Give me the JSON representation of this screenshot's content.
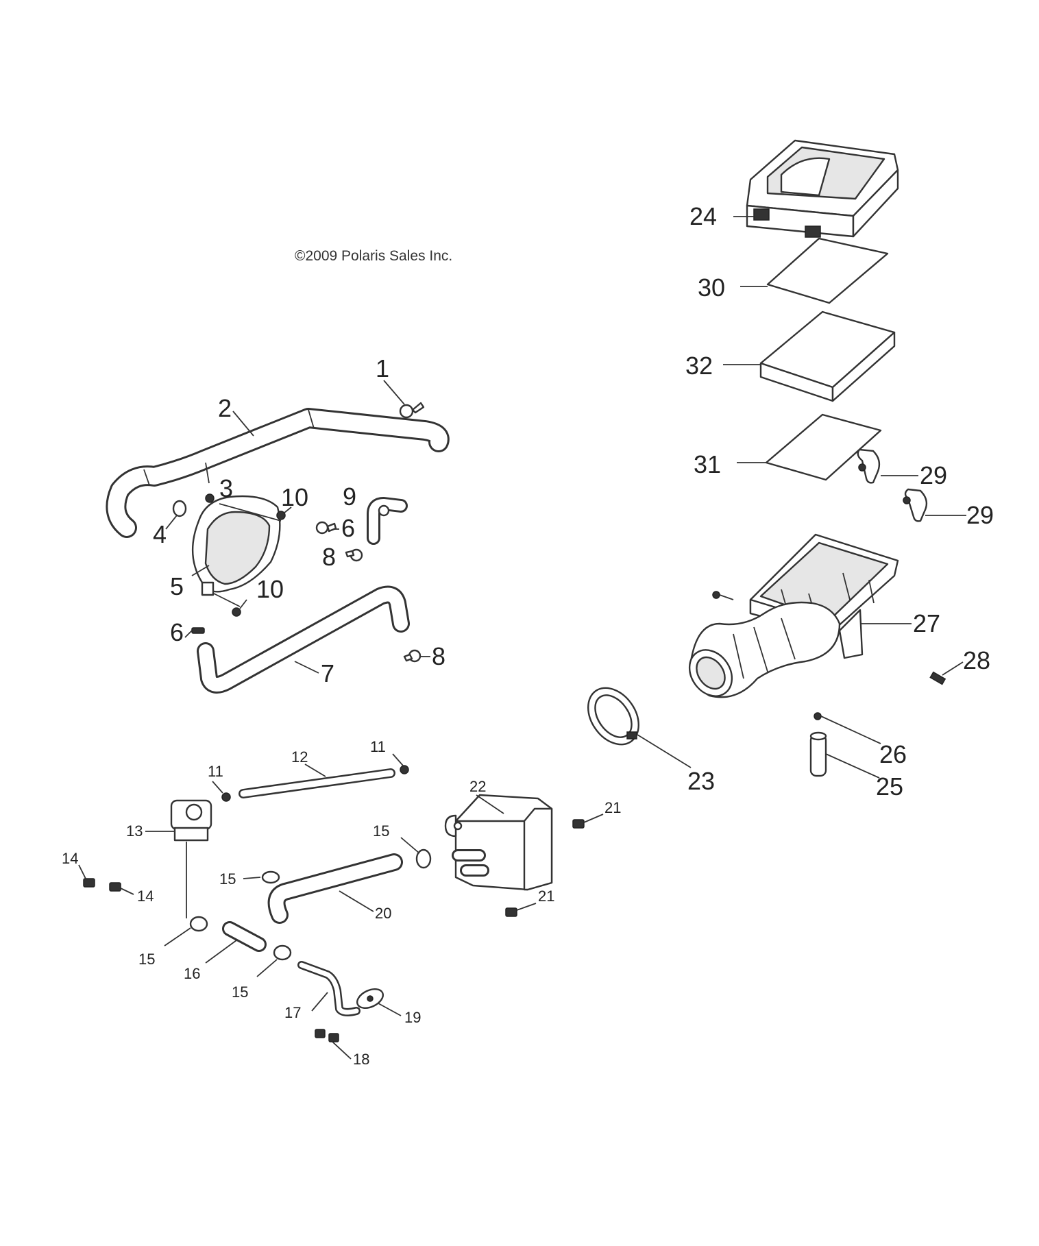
{
  "copyright": "©2009 Polaris Sales Inc.",
  "callouts": {
    "c1": "1",
    "c2": "2",
    "c3": "3",
    "c4": "4",
    "c5": "5",
    "c6a": "6",
    "c6b": "6",
    "c7": "7",
    "c8a": "8",
    "c8b": "8",
    "c9": "9",
    "c10a": "10",
    "c10b": "10",
    "c11a": "11",
    "c11b": "11",
    "c12": "12",
    "c13": "13",
    "c14a": "14",
    "c14b": "14",
    "c15a": "15",
    "c15b": "15",
    "c15c": "15",
    "c15d": "15",
    "c16": "16",
    "c17": "17",
    "c18": "18",
    "c19": "19",
    "c20": "20",
    "c21a": "21",
    "c21b": "21",
    "c22": "22",
    "c23": "23",
    "c24": "24",
    "c25": "25",
    "c26": "26",
    "c27": "27",
    "c28": "28",
    "c29a": "29",
    "c29b": "29",
    "c30": "30",
    "c31": "31",
    "c32": "32"
  }
}
